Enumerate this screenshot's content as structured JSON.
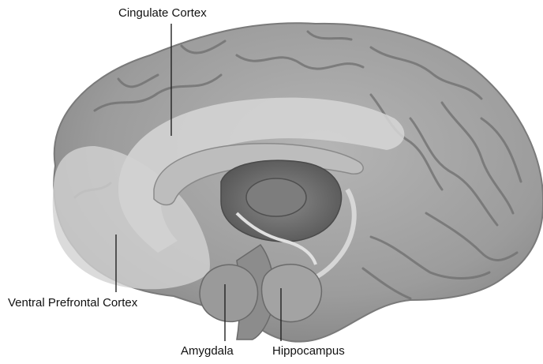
{
  "figure": {
    "labels": {
      "cingulate": "Cingulate Cortex",
      "ventral_prefrontal": "Ventral Prefrontal Cortex",
      "amygdala": "Amygdala",
      "hippocampus": "Hippocampus"
    }
  },
  "colors": {
    "cortex_dark": "#8f8f8f",
    "cortex_mid": "#a9a9a9",
    "cortex_light": "#c4c4c4",
    "highlight": "#d9d9d9",
    "sulcus": "#6e6e6e",
    "deep": "#5c5c5c",
    "leader_line": "#222222"
  }
}
